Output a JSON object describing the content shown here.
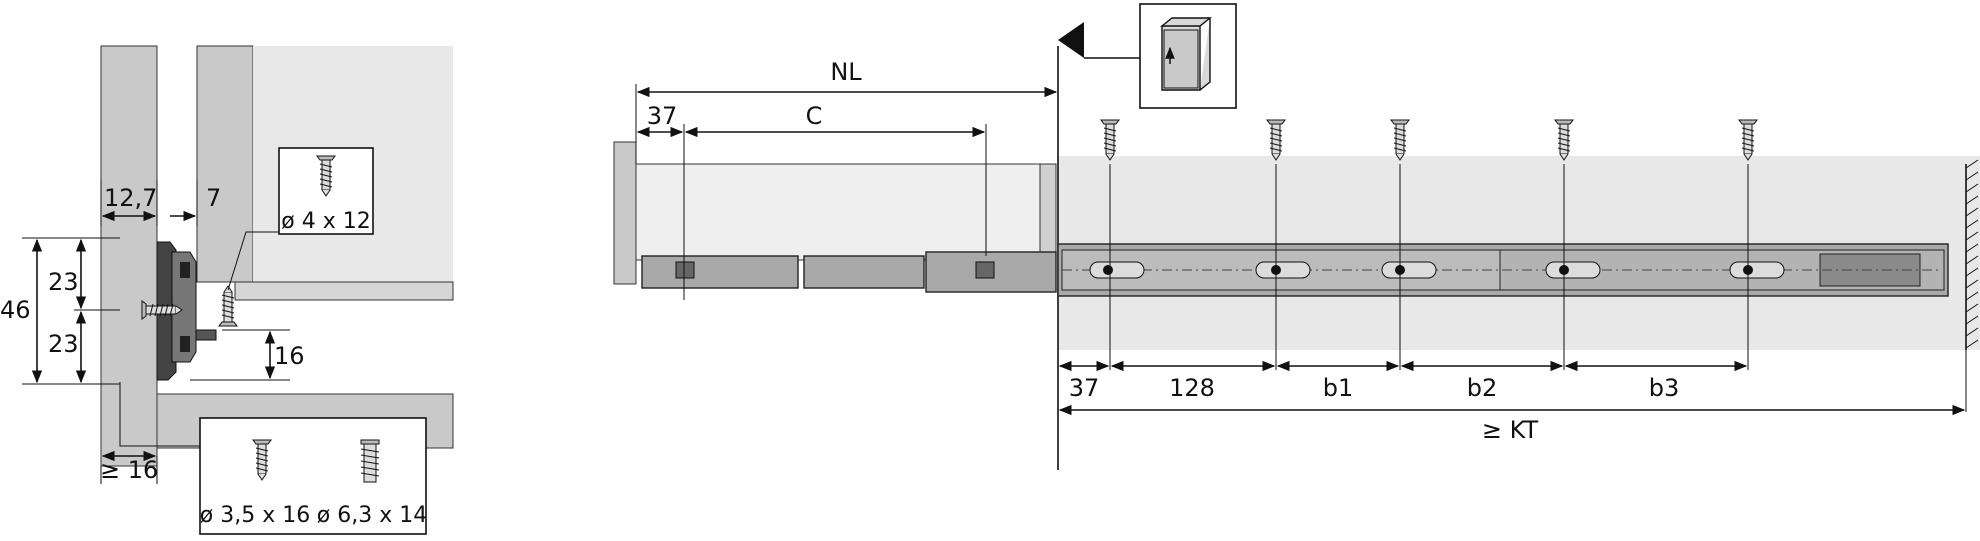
{
  "cross_section": {
    "dim_12_7": "12,7",
    "dim_7": "7",
    "dim_46": "46",
    "dim_23_top": "23",
    "dim_23_bottom": "23",
    "dim_16_right": "16",
    "dim_min_16": "≥ 16",
    "screw_box_top": "ø 4 x 12",
    "screw_box_bottom_left": "ø 3,5 x 16",
    "screw_box_bottom_right": "ø 6,3 x 14"
  },
  "side_view": {
    "dim_NL": "NL",
    "dim_37_top": "37",
    "dim_C": "C",
    "dim_37_bottom": "37",
    "dim_128": "128",
    "dim_b1": "b1",
    "dim_b2": "b2",
    "dim_b3": "b3",
    "dim_KT": "≥ KT"
  },
  "colors": {
    "panel": "#c9c9c9",
    "rail": "#a9a9a9",
    "background_area": "#e8e8e8"
  }
}
